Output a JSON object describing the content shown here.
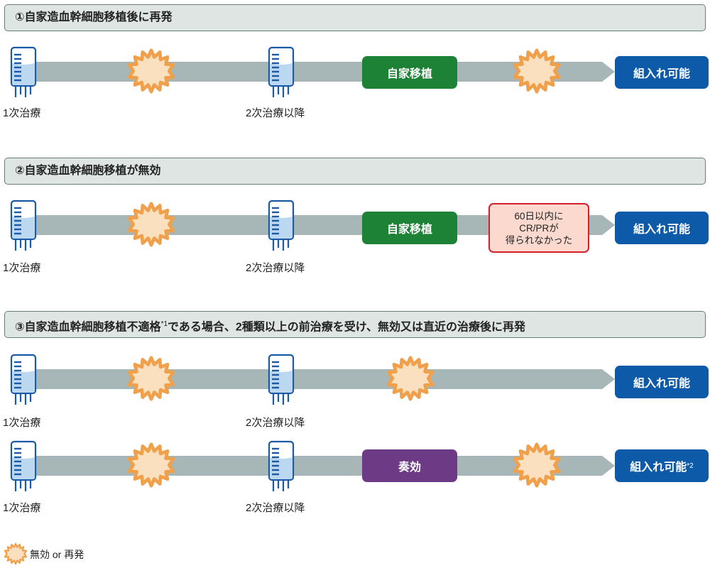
{
  "sections": [
    {
      "title": "①自家造血幹細胞移植後に再発"
    },
    {
      "title": "②自家造血幹細胞移植が無効"
    },
    {
      "title_main": "③自家造血幹細胞移植不適格",
      "title_sup": "*1",
      "title_rest": "である場合、2種類以上の前治療を受け、無効又は直近の治療後に再発"
    }
  ],
  "labels": {
    "first_line": "1次治療",
    "second_line": "2次治療以降"
  },
  "boxes": {
    "auto_transplant": "自家移植",
    "response": "奏効",
    "eligible": "組入れ可能",
    "eligible_sup": "*2",
    "note_line1": "60日以内に",
    "note_line2": "CR/PRが",
    "note_line3": "得られなかった"
  },
  "legend": {
    "text": "無効 or 再発",
    "icon": "burst-icon"
  },
  "colors": {
    "arrow": "#a7b6b6",
    "burst_fill": "#fbe0bf",
    "burst_stroke": "#f0a04b",
    "green": "#1e8236",
    "purple": "#6d3a86",
    "blue": "#0d5aa8",
    "note_fill": "#fbd9cf",
    "note_border": "#d4202a"
  }
}
